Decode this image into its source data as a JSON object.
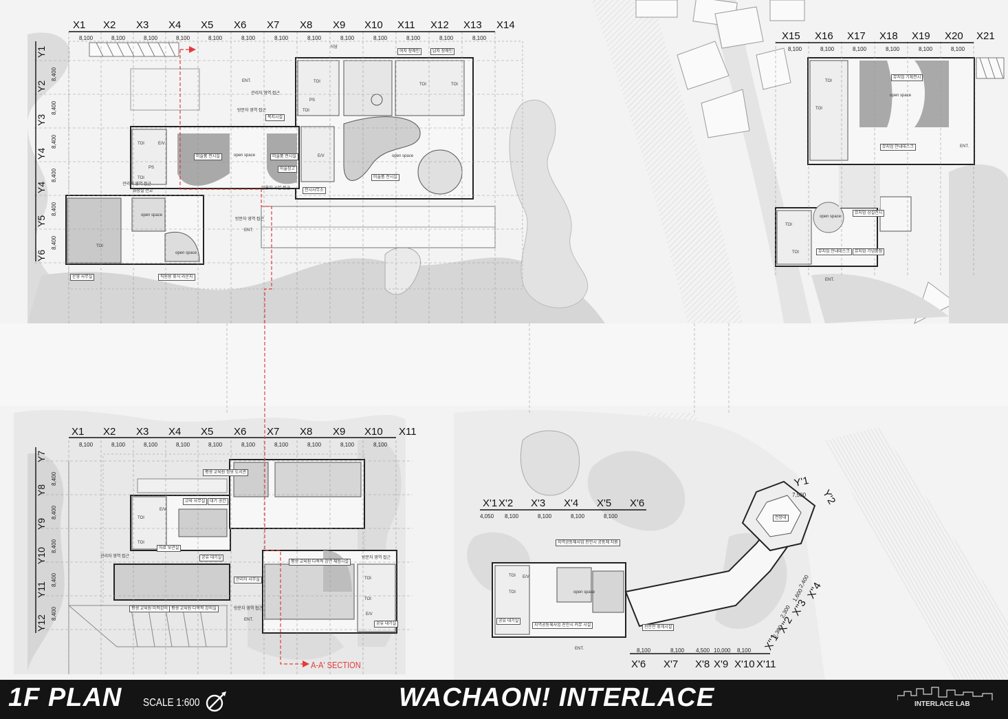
{
  "sheet": {
    "plan_title": "1F PLAN",
    "scale": "SCALE 1:600",
    "project_title": "WACHAON! INTERLACE",
    "lab_name": "INTERLACE LAB",
    "section_label": "A-A' SECTION"
  },
  "grid": {
    "x_top": [
      "X1",
      "X2",
      "X3",
      "X4",
      "X5",
      "X6",
      "X7",
      "X8",
      "X9",
      "X10",
      "X11",
      "X12",
      "X13",
      "X14"
    ],
    "x_top_right": [
      "X15",
      "X16",
      "X17",
      "X18",
      "X19",
      "X20",
      "X21"
    ],
    "x_bottom_left": [
      "X1",
      "X2",
      "X3",
      "X4",
      "X5",
      "X6",
      "X7",
      "X8",
      "X9",
      "X10",
      "X11"
    ],
    "y_top": [
      "Y1",
      "Y2",
      "Y3",
      "Y4",
      "Y4",
      "Y5",
      "Y6"
    ],
    "y_bottom": [
      "Y7",
      "Y8",
      "Y9",
      "Y10",
      "Y11",
      "Y12"
    ],
    "xp_top": [
      "X'1",
      "X'2",
      "X'3",
      "X'4",
      "X'5",
      "X'6"
    ],
    "xp_bottom": [
      "X'6",
      "X'7",
      "X'8",
      "X'9",
      "X'10",
      "X'11"
    ],
    "yp": [
      "Y'1",
      "Y'2"
    ],
    "xpp": [
      "X''1",
      "X''2",
      "X''3",
      "X''4"
    ]
  },
  "dims": {
    "bay": "8,100",
    "y_bay": "8,400",
    "xp_first": "4,050",
    "xp_bottom": [
      "8,100",
      "8,100",
      "4,500",
      "10,000",
      "8,100"
    ],
    "yp": "7,500",
    "xpp": [
      "2,300",
      "2,300",
      "1,600",
      "2,400"
    ]
  },
  "rooms": {
    "toilet": "TOI",
    "ev": "E/V",
    "ps": "PS",
    "entrance": "ENT.",
    "open_space": "open space",
    "cafeteria": "식당",
    "female_toilet": "여자 장애인",
    "male_toilet": "남자 장애인",
    "admin_access": "관리자 영역 접근",
    "visitor_access": "방문자 영역 접근",
    "welfare": "복지시설",
    "art_room_1": "미술품 전시실",
    "art_room_2": "미술품 전시실",
    "storage": "미술창고",
    "management_access": "관리자 영역 접근",
    "entrance_lobby": "화장실 전교",
    "office": "운영 사무실",
    "lounge": "직원용 휴식 라운지",
    "disabled_access": "일용자 시설 접근",
    "art_office": "전시사무소",
    "art_room_3": "미술품 전시실",
    "ent_office_right": "뮤지엄 기획전시",
    "museum_info": "뮤지엄 안내데스크",
    "museum_perm": "뮤지엄 상설전시",
    "museum_desk": "뮤지엄 안내데스크",
    "museum_shop": "뮤지엄 기념품점",
    "library": "평생 교육원 정보 도서관",
    "lib_office": "교육 사무실",
    "waiting": "대기 공간",
    "reading_room": "공유 대기실",
    "storage2": "자료 보관실",
    "edu_classrooms": "평생 교육원 다목적 강연 체험시설",
    "edu_office": "관리자 사무실",
    "lecture_1": "평생 교육원 미적강의",
    "lecture_2": "평생 교육원 다목적 강의실",
    "visitor_2": "방문자 영역 접근",
    "admin_2": "관리자 영역 접근",
    "public_waiting": "공유 대기실",
    "community_1": "지역공동체사업 친안시 공동체 지원",
    "community_2": "지역공동체사업 친안시 커뮤 시설",
    "community_lounge": "천안전 휴게시설",
    "observatory": "전망대",
    "public_waiting_2": "공유 대기실"
  }
}
